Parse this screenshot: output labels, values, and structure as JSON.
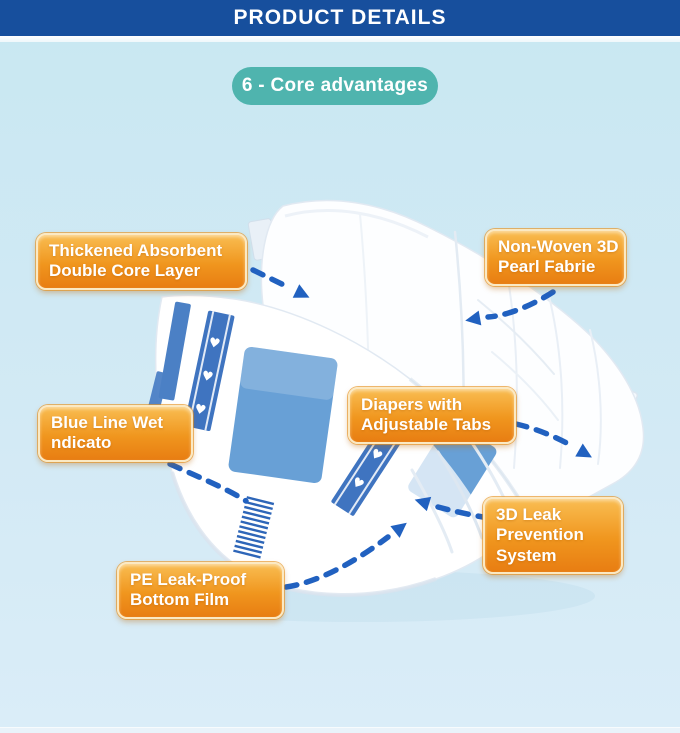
{
  "header": {
    "title": "PRODUCT DETAILS"
  },
  "badge": {
    "label": "6 - Core advantages"
  },
  "callouts": [
    {
      "id": "thickened-absorbent-double-core-layer",
      "lines": [
        "Thickened Absorbent",
        "Double Core Layer"
      ]
    },
    {
      "id": "non-woven-3d-pearl-fabric",
      "lines": [
        "Non-Woven 3D",
        "Pearl Fabrie"
      ]
    },
    {
      "id": "blue-line-wet-indicator",
      "lines": [
        "Blue Line Wet",
        "ndicato"
      ]
    },
    {
      "id": "diapers-with-adjustable-tabs",
      "lines": [
        "Diapers with",
        "Adjustable Tabs"
      ]
    },
    {
      "id": "3d-leak-prevention-system",
      "lines": [
        "3D Leak",
        "Prevention",
        "System"
      ]
    },
    {
      "id": "pe-leak-proof-bottom-film",
      "lines": [
        "PE Leak-Proof",
        "Bottom Film"
      ]
    }
  ],
  "icons": {
    "heart": "♥"
  },
  "colors": {
    "header_blue": "#174f9d",
    "badge_teal": "#4fb4ae",
    "callout_orange_top": "#f9bd52",
    "callout_orange_bottom": "#e87d12",
    "callout_border_cream": "#fbe9c3",
    "arrow_blue": "#2161c0",
    "stripe_blue": "#4b80c5",
    "patch_blue": "#68a0d6",
    "tab_tip_blue": "#aecde5",
    "background_top": "#c9e8f2",
    "background_bottom": "#daedf8"
  }
}
